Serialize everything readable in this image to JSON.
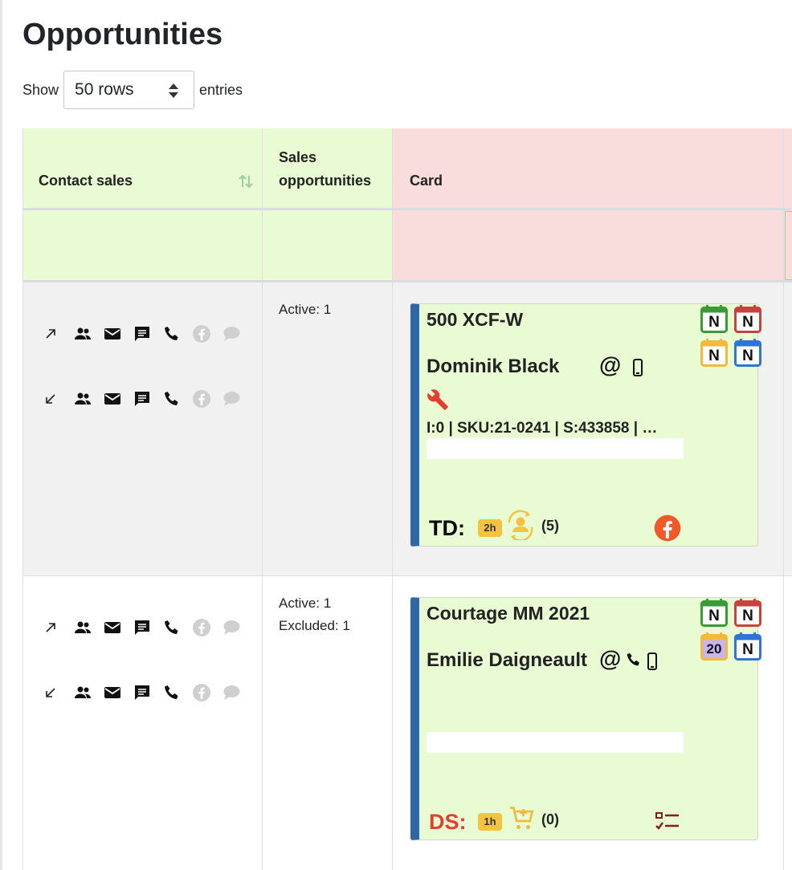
{
  "page": {
    "title": "Opportunities"
  },
  "length_control": {
    "show_label": "Show",
    "selected": "50 rows",
    "entries_label": "entries"
  },
  "table": {
    "headers": {
      "contact_sales": "Contact sales",
      "sales_opportunities_line1": "Sales",
      "sales_opportunities_line2": "opportunities",
      "card": "Card"
    },
    "rows": [
      {
        "sales": [
          "Active: 1"
        ],
        "card": {
          "title": "500 XCF-W",
          "contact": "Dominik Black",
          "contact_icons": "@",
          "info": "I:0 | SKU:21-0241 | S:433858 | …",
          "status_label": "TD:",
          "status_color": "#000000",
          "time_badge": "2h",
          "count": "(5)",
          "calendars": [
            "N",
            "N",
            "N",
            "N"
          ]
        }
      },
      {
        "sales": [
          "Active: 1",
          "Excluded: 1"
        ],
        "card": {
          "title": "Courtage MM 2021",
          "contact": "Emilie Daigneault",
          "contact_icons": "@",
          "status_label": "DS:",
          "status_color": "#e53d2e",
          "time_badge": "1h",
          "count": "(0)",
          "calendars": [
            "N",
            "N",
            "20",
            "N"
          ]
        }
      }
    ]
  },
  "colors": {
    "green_header": "#e9fbd2",
    "pink_header": "#f9dcdc",
    "card_accent": "#2e67a6",
    "facebook_orange": "#f05a28",
    "badge_yellow": "#f6c33e"
  },
  "icons": {
    "contact_line": [
      "arrow-out-icon",
      "group-icon",
      "mail-icon",
      "message-icon",
      "phone-icon",
      "facebook-icon",
      "chat-bubble-icon"
    ],
    "sort": "sort-icon"
  }
}
